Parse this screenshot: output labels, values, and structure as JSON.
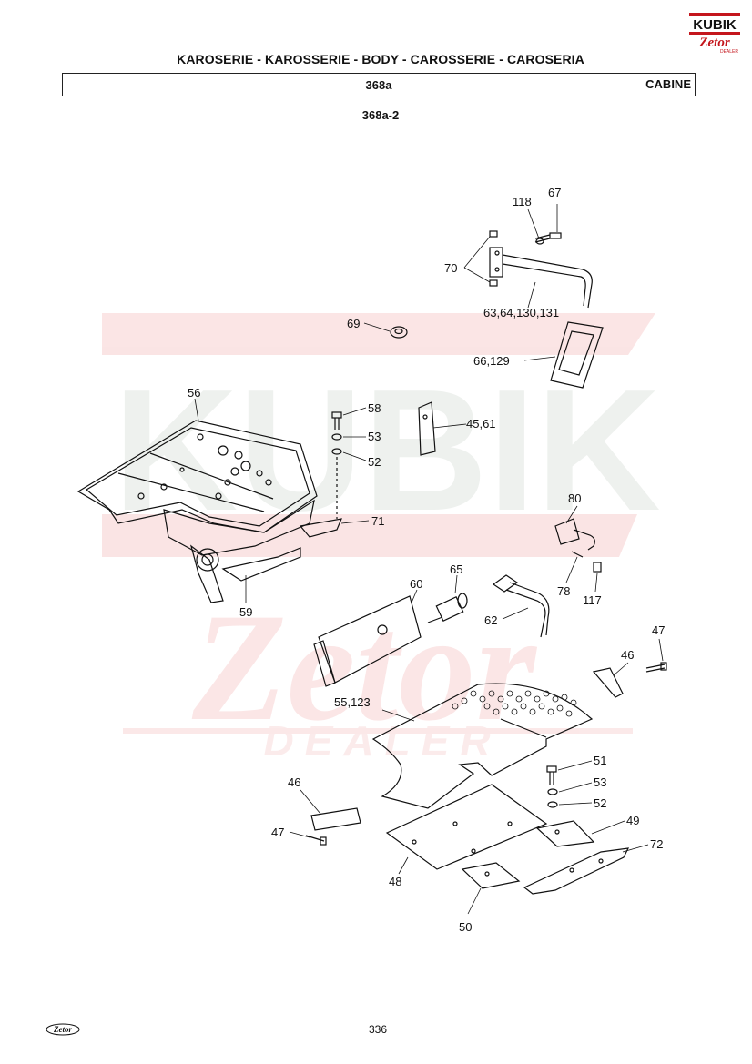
{
  "header": {
    "title": "KAROSERIE - KAROSSERIE - BODY - CAROSSERIE - CAROSERIA",
    "code": "368a",
    "section": "CABINE",
    "subcode": "368a-2"
  },
  "logo": {
    "text_top": "KUBIK",
    "text_brand": "Zetor",
    "text_sub": "DEALER"
  },
  "watermark": {
    "text_main": "KUBIK",
    "text_brand": "Zetor",
    "text_sub": "DEALER"
  },
  "callouts": {
    "c67": "67",
    "c118": "118",
    "c70": "70",
    "c63": "63,64,130,131",
    "c69": "69",
    "c66": "66,129",
    "c56": "56",
    "c58": "58",
    "c53a": "53",
    "c52a": "52",
    "c45": "45,61",
    "c71": "71",
    "c59": "59",
    "c80": "80",
    "c78": "78",
    "c117": "117",
    "c60": "60",
    "c65": "65",
    "c62": "62",
    "c47a": "47",
    "c46a": "46",
    "c55": "55,123",
    "c51": "51",
    "c53b": "53",
    "c52b": "52",
    "c46b": "46",
    "c47b": "47",
    "c49": "49",
    "c72": "72",
    "c48": "48",
    "c50": "50"
  },
  "footer": {
    "page": "336",
    "brand": "Zetor"
  }
}
